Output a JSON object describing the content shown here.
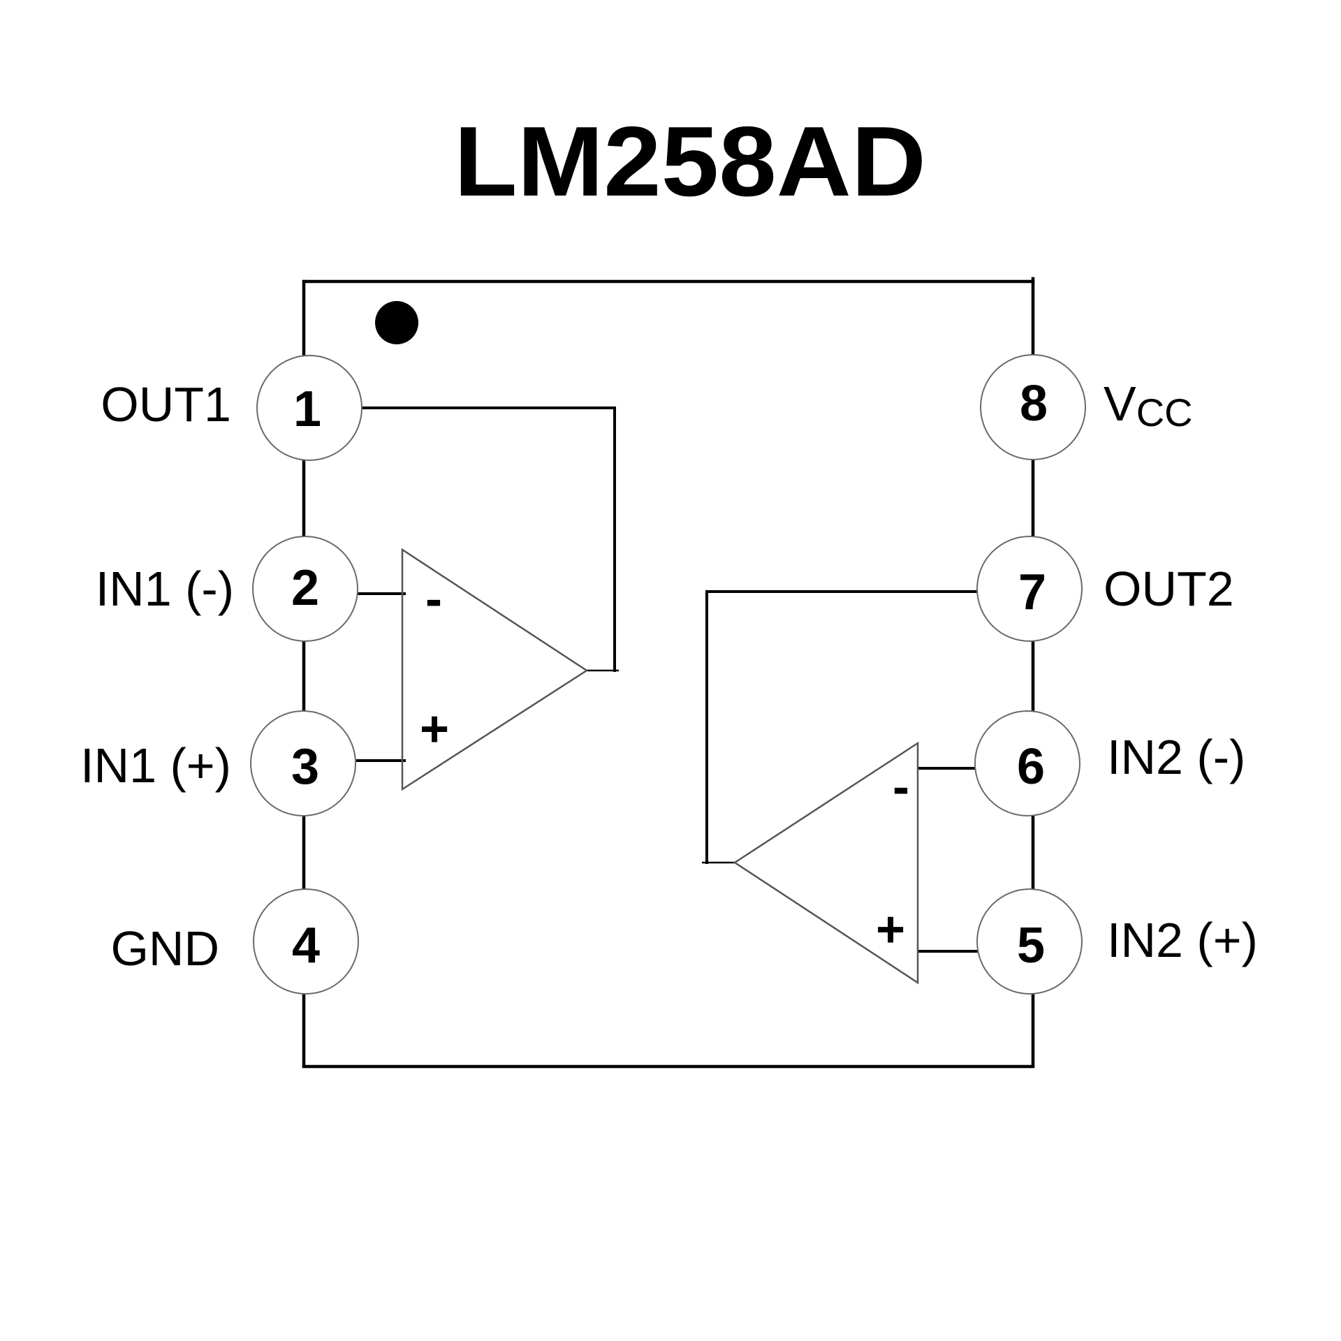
{
  "title": "LM258AD",
  "pins": {
    "1": {
      "number": "1",
      "label": "OUT1"
    },
    "2": {
      "number": "2",
      "label": "IN1 (-)"
    },
    "3": {
      "number": "3",
      "label": "IN1 (+)"
    },
    "4": {
      "number": "4",
      "label": "GND"
    },
    "5": {
      "number": "5",
      "label": "IN2 (+)"
    },
    "6": {
      "number": "6",
      "label": "IN2 (-)"
    },
    "7": {
      "number": "7",
      "label": "OUT2"
    },
    "8": {
      "number": "8",
      "label_main": "V",
      "label_sub": "CC"
    }
  },
  "opamps": {
    "a": {
      "inverting_symbol": "-",
      "noninverting_symbol": "+"
    },
    "b": {
      "inverting_symbol": "-",
      "noninverting_symbol": "+"
    }
  },
  "colors": {
    "ink": "#000000",
    "circle_stroke": "#6a6a6a",
    "background": "#ffffff"
  }
}
